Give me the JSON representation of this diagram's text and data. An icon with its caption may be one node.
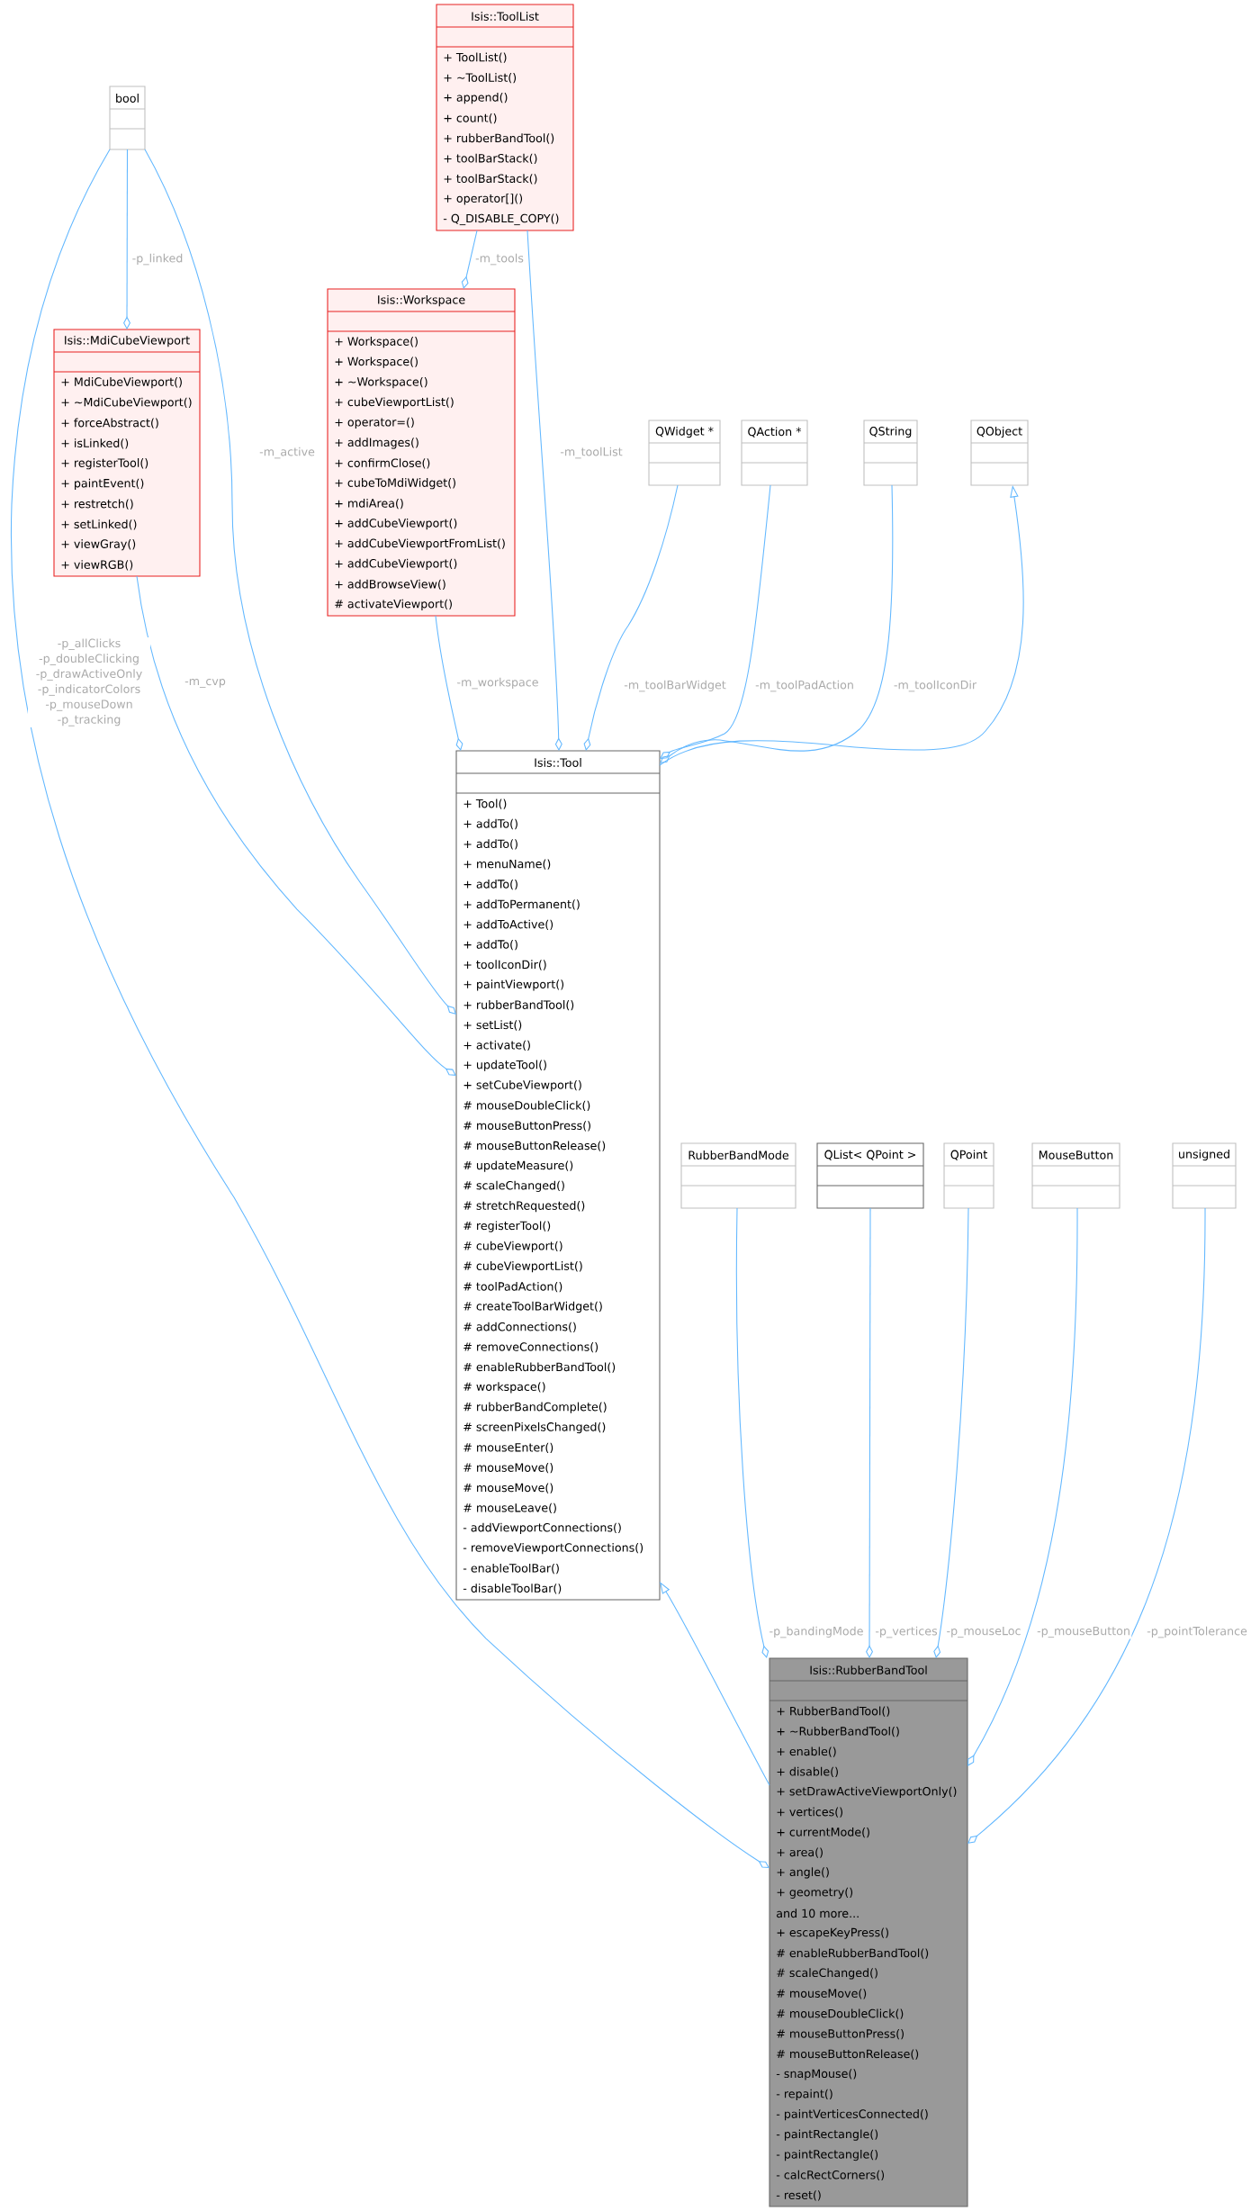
{
  "diagram": {
    "nodes": [
      {
        "text": [
          "Isis::ToolList",
          "+ ToolList()",
          "+ ~ToolList()",
          "+ append()",
          "+ count()",
          "+ rubberBandTool()",
          "+ toolBarStack()",
          "+ toolBarStack()",
          "+ operator[]()",
          "- Q_DISABLE_COPY()"
        ]
      },
      {
        "text": [
          "bool"
        ]
      },
      {
        "text": [
          "Isis::Workspace",
          "+ Workspace()",
          "+ Workspace()",
          "+ ~Workspace()",
          "+ cubeViewportList()",
          "+ operator=()",
          "+ addImages()",
          "+ confirmClose()",
          "+ cubeToMdiWidget()",
          "+ mdiArea()",
          "+ addCubeViewport()",
          "+ addCubeViewportFromList()",
          "+ addCubeViewport()",
          "+ addBrowseView()",
          "# activateViewport()"
        ]
      },
      {
        "text": [
          "Isis::MdiCubeViewport",
          "+ MdiCubeViewport()",
          "+ ~MdiCubeViewport()",
          "+ forceAbstract()",
          "+ isLinked()",
          "+ registerTool()",
          "+ paintEvent()",
          "+ restretch()",
          "+ setLinked()",
          "+ viewGray()",
          "+ viewRGB()"
        ]
      },
      {
        "text": [
          "QWidget *"
        ]
      },
      {
        "text": [
          "QAction *"
        ]
      },
      {
        "text": [
          "QString"
        ]
      },
      {
        "text": [
          "QObject"
        ]
      },
      {
        "text": [
          "Isis::Tool",
          "+ Tool()",
          "+ addTo()",
          "+ addTo()",
          "+ menuName()",
          "+ addTo()",
          "+ addToPermanent()",
          "+ addToActive()",
          "+ addTo()",
          "+ toolIconDir()",
          "+ paintViewport()",
          "+ rubberBandTool()",
          "+ setList()",
          "+ activate()",
          "+ updateTool()",
          "+ setCubeViewport()",
          "# mouseDoubleClick()",
          "# mouseButtonPress()",
          "# mouseButtonRelease()",
          "# updateMeasure()",
          "# scaleChanged()",
          "# stretchRequested()",
          "# registerTool()",
          "# cubeViewport()",
          "# cubeViewportList()",
          "# toolPadAction()",
          "# createToolBarWidget()",
          "# addConnections()",
          "# removeConnections()",
          "# enableRubberBandTool()",
          "# workspace()",
          "# rubberBandComplete()",
          "# screenPixelsChanged()",
          "# mouseEnter()",
          "# mouseMove()",
          "# mouseMove()",
          "# mouseLeave()",
          "- addViewportConnections()",
          "- removeViewportConnections()",
          "- enableToolBar()",
          "- disableToolBar()"
        ]
      },
      {
        "text": [
          "RubberBandMode"
        ]
      },
      {
        "text": [
          "QList< QPoint >"
        ]
      },
      {
        "text": [
          "QPoint"
        ]
      },
      {
        "text": [
          "MouseButton"
        ]
      },
      {
        "text": [
          "unsigned"
        ]
      },
      {
        "text": [
          "Isis::RubberBandTool",
          "+ RubberBandTool()",
          "+ ~RubberBandTool()",
          "+ enable()",
          "+ disable()",
          "+ setDrawActiveViewportOnly()",
          "+ vertices()",
          "+ currentMode()",
          "+ area()",
          "+ angle()",
          "+ geometry()",
          "and 10 more...",
          "+ escapeKeyPress()",
          "# enableRubberBandTool()",
          "# scaleChanged()",
          "# mouseMove()",
          "# mouseDoubleClick()",
          "# mouseButtonPress()",
          "# mouseButtonRelease()",
          "- snapMouse()",
          "- repaint()",
          "- paintVerticesConnected()",
          "- paintRectangle()",
          "- paintRectangle()",
          "- calcRectCorners()",
          "- reset()"
        ]
      }
    ],
    "edges": [
      {
        "from": 1,
        "to": 3,
        "arrow": "other",
        "label": "-p_linked"
      },
      {
        "from": 0,
        "to": 2,
        "arrow": "other",
        "label": "-m_tools"
      },
      {
        "from": 1,
        "to": 8,
        "arrow": "other",
        "label": "-m_active"
      },
      {
        "from": 3,
        "to": 8,
        "arrow": "other",
        "label": "-m_cvp"
      },
      {
        "from": 2,
        "to": 8,
        "arrow": "other",
        "label": "-m_workspace"
      },
      {
        "from": 0,
        "to": 8,
        "arrow": "other",
        "label": "-m_toolList"
      },
      {
        "from": 4,
        "to": 8,
        "arrow": "other",
        "label": "-m_toolBarWidget"
      },
      {
        "from": 5,
        "to": 8,
        "arrow": "other",
        "label": "-m_toolPadAction"
      },
      {
        "from": 6,
        "to": 8,
        "arrow": "other",
        "label": "-m_toolIconDir"
      },
      {
        "from": 8,
        "to": 7,
        "arrow": "to"
      },
      {
        "from": 1,
        "to": 14,
        "arrow": "other",
        "label": "-p_allClicks -p_doubleClicking -p_drawActiveOnly -p_indicatorColors -p_mouseDown -p_tracking"
      },
      {
        "from": 14,
        "to": 8,
        "arrow": "to"
      },
      {
        "from": 9,
        "to": 14,
        "arrow": "other",
        "label": "-p_bandingMode"
      },
      {
        "from": 10,
        "to": 14,
        "arrow": "other",
        "label": "-p_vertices"
      },
      {
        "from": 11,
        "to": 14,
        "arrow": "other",
        "label": "-p_mouseLoc"
      },
      {
        "from": 12,
        "to": 14,
        "arrow": "other",
        "label": "-p_mouseButton"
      },
      {
        "from": 13,
        "to": 14,
        "arrow": "other",
        "label": "-p_pointTolerance"
      }
    ]
  }
}
